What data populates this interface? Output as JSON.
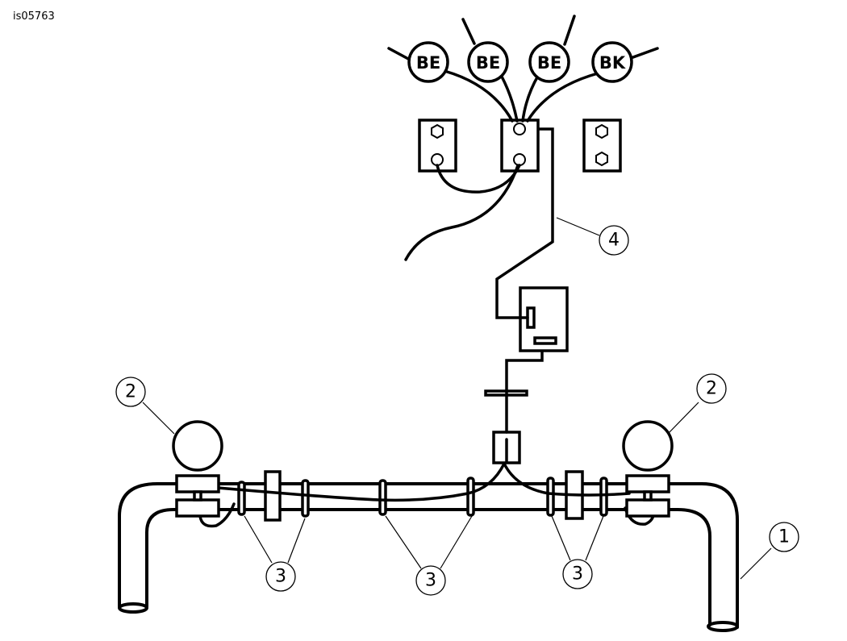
{
  "figure_id": "is05763",
  "wire_colors": [
    {
      "code": "BE"
    },
    {
      "code": "BE"
    },
    {
      "code": "BE"
    },
    {
      "code": "BK"
    }
  ],
  "callouts": {
    "handlebar": "1",
    "light_left": "2",
    "light_right": "2",
    "clip_left": "3",
    "clip_center": "3",
    "clip_right": "3",
    "harness": "4"
  }
}
